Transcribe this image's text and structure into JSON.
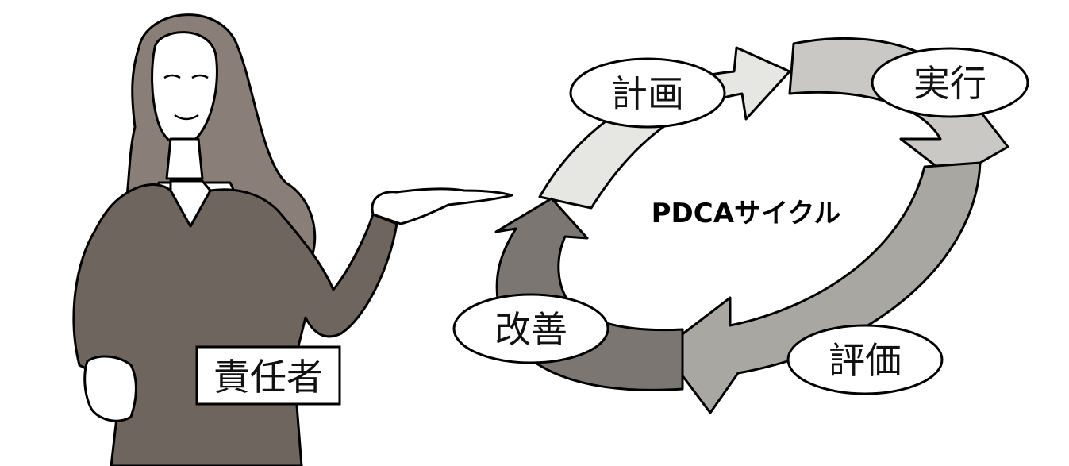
{
  "diagram": {
    "title": "PDCAサイクル",
    "stages": [
      {
        "label": "計画",
        "arrow_color": "#e6e6e3"
      },
      {
        "label": "実行",
        "arrow_color": "#c9c8c4"
      },
      {
        "label": "評価",
        "arrow_color": "#a9a7a2"
      },
      {
        "label": "改善",
        "arrow_color": "#7b7671"
      }
    ]
  },
  "figure": {
    "role_label": "責任者",
    "suit_color": "#6e655f",
    "hair_color": "#8a7f78"
  }
}
